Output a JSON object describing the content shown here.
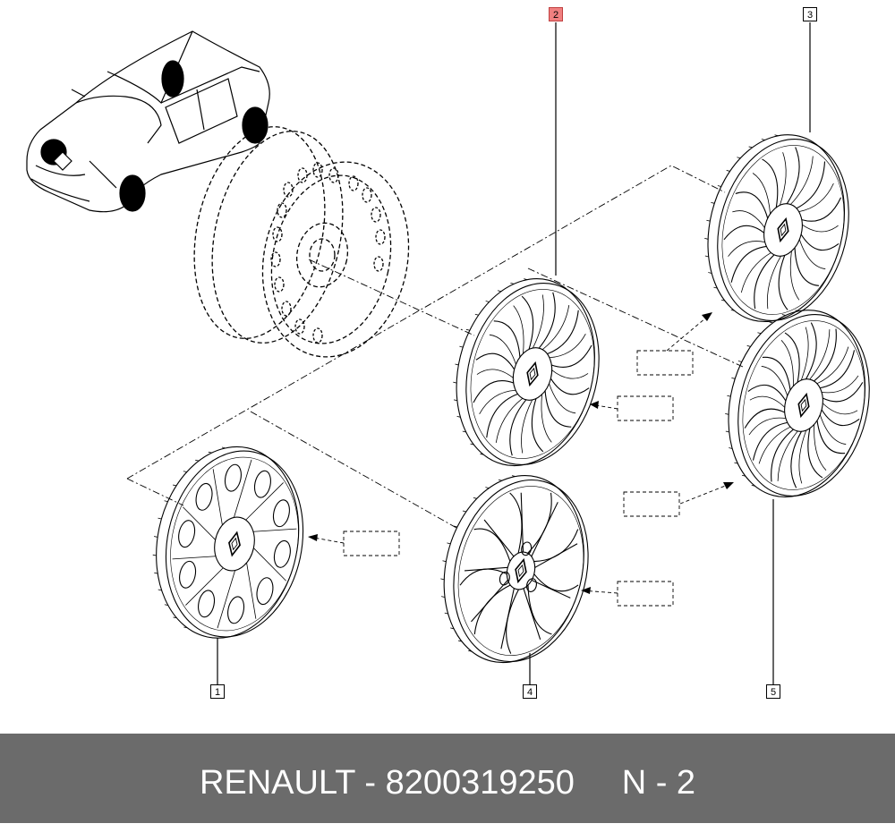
{
  "callouts": {
    "c1": "1",
    "c2": "2",
    "c3": "3",
    "c4": "4",
    "c5": "5"
  },
  "footer": {
    "text": "RENAULT - 8200319250     N - 2",
    "background": "#6b6b6b"
  },
  "colors": {
    "line": "#000000",
    "highlight": "#f08080"
  }
}
